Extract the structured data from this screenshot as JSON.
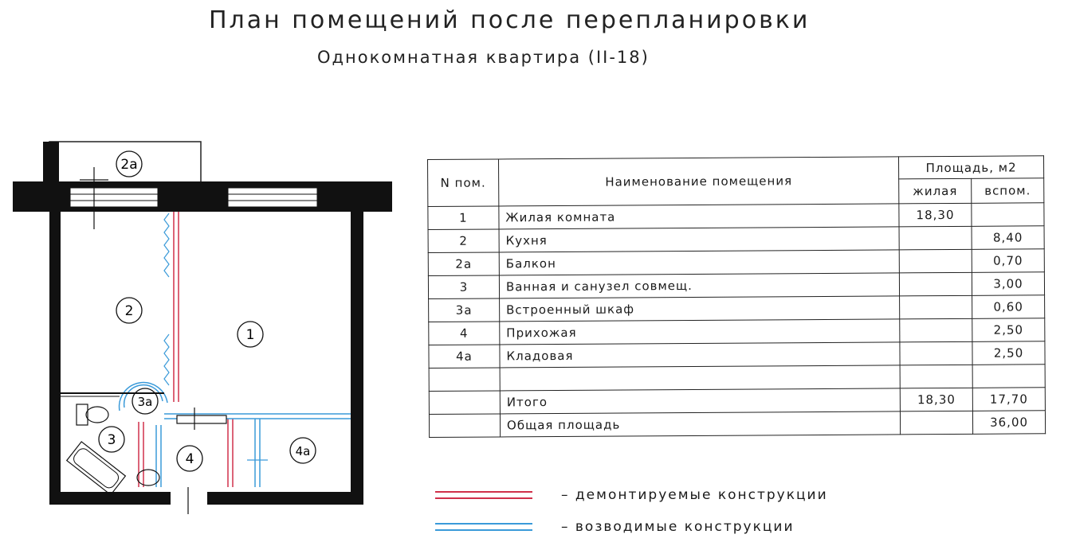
{
  "title": "План помещений после перепланировки",
  "subtitle": "Однокомнатная квартира (II-18)",
  "plan": {
    "room_labels": [
      "2а",
      "2",
      "1",
      "3а",
      "3",
      "4",
      "4а"
    ]
  },
  "table": {
    "header": {
      "num": "N пом.",
      "name": "Наименование помещения",
      "area": "Площадь,   м2",
      "living": "жилая",
      "aux": "вспом."
    },
    "rows": [
      {
        "num": "1",
        "name": "Жилая комната",
        "living": "18,30",
        "aux": ""
      },
      {
        "num": "2",
        "name": "Кухня",
        "living": "",
        "aux": "8,40"
      },
      {
        "num": "2а",
        "name": "Балкон",
        "living": "",
        "aux": "0,70"
      },
      {
        "num": "3",
        "name": "Ванная и санузел совмещ.",
        "living": "",
        "aux": "3,00"
      },
      {
        "num": "3а",
        "name": "Встроенный шкаф",
        "living": "",
        "aux": "0,60"
      },
      {
        "num": "4",
        "name": "Прихожая",
        "living": "",
        "aux": "2,50"
      },
      {
        "num": "4а",
        "name": "Кладовая",
        "living": "",
        "aux": "2,50"
      },
      {
        "num": "",
        "name": "",
        "living": "",
        "aux": ""
      },
      {
        "num": "",
        "name": "Итого",
        "living": "18,30",
        "aux": "17,70"
      },
      {
        "num": "",
        "name": "Общая площадь",
        "living": "",
        "aux": "36,00"
      }
    ]
  },
  "legend": {
    "demolished": "– демонтируемые конструкции",
    "erected": "– возводимые конструкции",
    "demolished_color": "#d0304a",
    "erected_color": "#3a9ad9"
  }
}
